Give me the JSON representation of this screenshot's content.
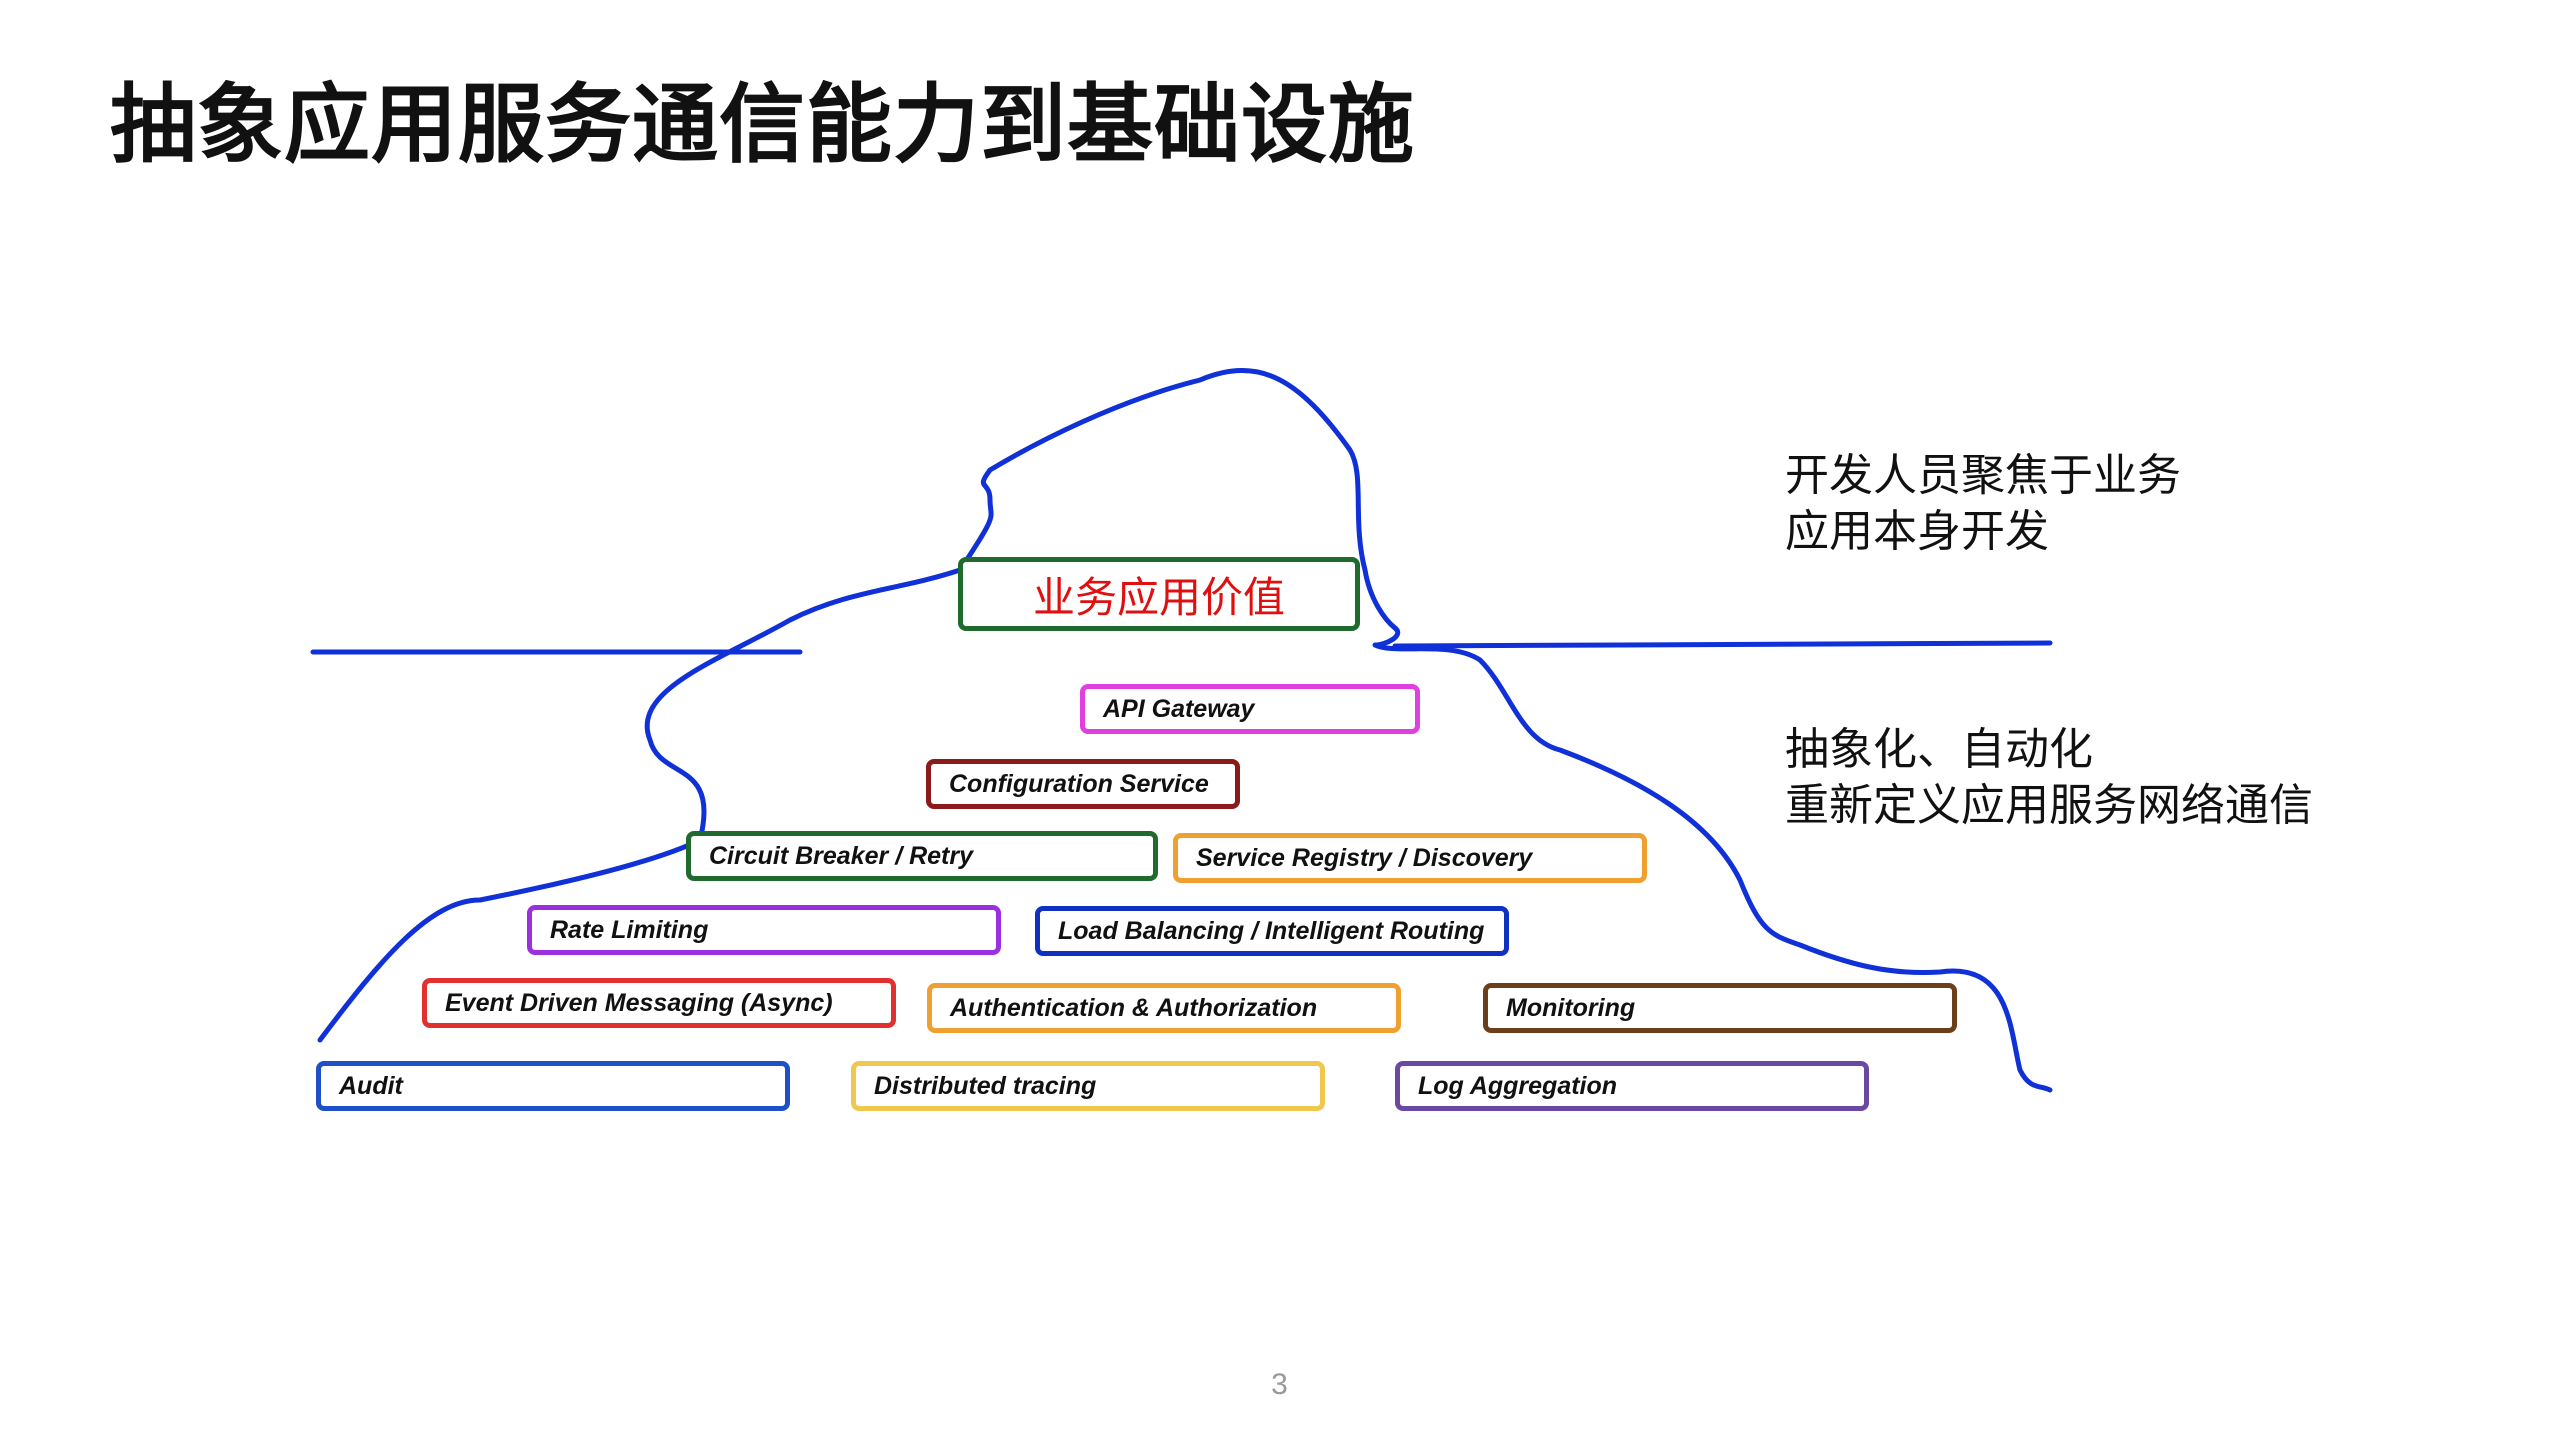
{
  "title": "抽象应用服务通信能力到基础设施",
  "top_box": {
    "label": "业务应用价值",
    "color": "#1f6b2e"
  },
  "capabilities": [
    {
      "label": "API Gateway",
      "color": "#e040e0"
    },
    {
      "label": "Configuration Service",
      "color": "#8b1a1a"
    },
    {
      "label": "Circuit Breaker  / Retry",
      "color": "#1f6b2e"
    },
    {
      "label": "Service Registry / Discovery",
      "color": "#f0a030"
    },
    {
      "label": "Rate Limiting",
      "color": "#9b30e0"
    },
    {
      "label": "Load Balancing / Intelligent Routing",
      "color": "#1030c0"
    },
    {
      "label": "Event Driven Messaging (Async)",
      "color": "#e03030"
    },
    {
      "label": "Authentication & Authorization",
      "color": "#f0a030"
    },
    {
      "label": "Monitoring",
      "color": "#6b3f1a"
    },
    {
      "label": "Audit",
      "color": "#2050c8"
    },
    {
      "label": "Distributed tracing",
      "color": "#f0c850"
    },
    {
      "label": "Log Aggregation",
      "color": "#6a4aa0"
    }
  ],
  "notes": {
    "above_line": [
      "开发人员聚焦于业务",
      "应用本身开发"
    ],
    "below_line": [
      "抽象化、自动化",
      "重新定义应用服务网络通信"
    ]
  },
  "outline_color": "#1030d8",
  "page_number": "3"
}
